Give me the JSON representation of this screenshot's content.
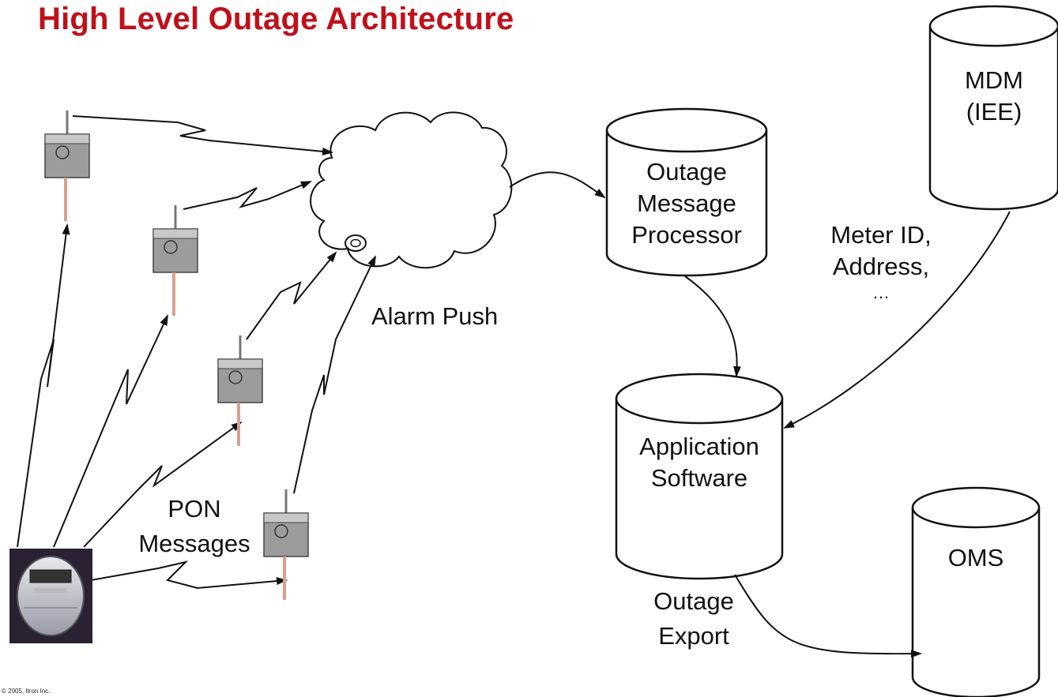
{
  "title": "High Level Outage Architecture",
  "nodes": {
    "mdm": {
      "line1": "MDM",
      "line2": "(IEE)"
    },
    "omp": {
      "line1": "Outage",
      "line2": "Message",
      "line3": "Processor"
    },
    "app": {
      "line1": "Application",
      "line2": "Software"
    },
    "oms": {
      "line1": "OMS"
    }
  },
  "labels": {
    "alarm_push": "Alarm Push",
    "pon_line1": "PON",
    "pon_line2": "Messages",
    "meter_line1": "Meter ID,",
    "meter_line2": "Address,",
    "meter_line3": "…",
    "export_line1": "Outage",
    "export_line2": "Export"
  },
  "footer": "© 2005, Itron Inc.",
  "colors": {
    "title": "#c0101a",
    "stroke": "#111111",
    "background": "#ffffff"
  },
  "icons": [
    "collector-icon",
    "electric-meter-icon",
    "network-cloud-icon"
  ]
}
